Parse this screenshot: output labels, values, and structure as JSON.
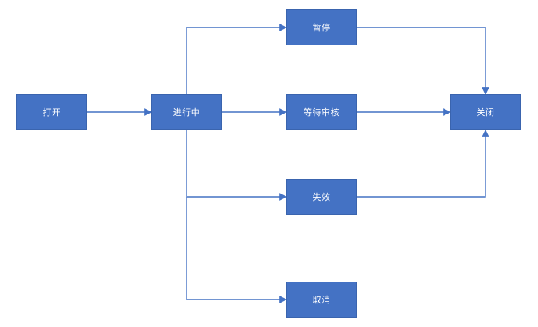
{
  "diagram": {
    "nodes": {
      "open": "打开",
      "in_progress": "进行中",
      "pause": "暂停",
      "pending_review": "等待审核",
      "invalid": "失效",
      "cancel": "取消",
      "close": "关闭"
    },
    "edges": [
      [
        "open",
        "in_progress"
      ],
      [
        "in_progress",
        "pause"
      ],
      [
        "in_progress",
        "pending_review"
      ],
      [
        "in_progress",
        "invalid"
      ],
      [
        "in_progress",
        "cancel"
      ],
      [
        "pause",
        "close"
      ],
      [
        "pending_review",
        "close"
      ],
      [
        "invalid",
        "close"
      ]
    ],
    "colors": {
      "node_fill": "#4472c4",
      "edge": "#4472c4",
      "text": "#ffffff"
    }
  }
}
